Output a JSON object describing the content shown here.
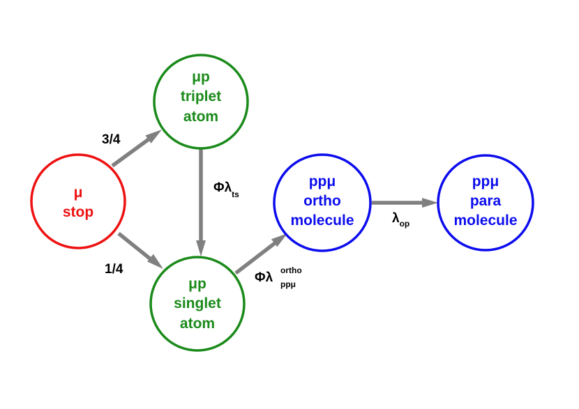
{
  "colors": {
    "stop": "#ee1111",
    "atom": "#1a8a1a",
    "molecule": "#0c0cee",
    "arrow": "#808080"
  },
  "nodes": {
    "mu_stop": {
      "lines": [
        "μ",
        "stop"
      ]
    },
    "triplet_atom": {
      "lines": [
        "μp",
        "triplet",
        "atom"
      ]
    },
    "singlet_atom": {
      "lines": [
        "μp",
        "singlet",
        "atom"
      ]
    },
    "ortho_molecule": {
      "lines": [
        "ppμ",
        "ortho",
        "molecule"
      ]
    },
    "para_molecule": {
      "lines": [
        "ppμ",
        "para",
        "molecule"
      ]
    }
  },
  "edges": {
    "stop_to_triplet": {
      "label": "3/4"
    },
    "stop_to_singlet": {
      "label": "1/4"
    },
    "triplet_to_singlet": {
      "label_main": "Φλ",
      "label_sub": "ts"
    },
    "singlet_to_ortho": {
      "label_main": "Φλ",
      "label_sup": "ortho",
      "label_sub": "ppμ"
    },
    "ortho_to_para": {
      "label_main": "λ",
      "label_sub": "op"
    }
  }
}
